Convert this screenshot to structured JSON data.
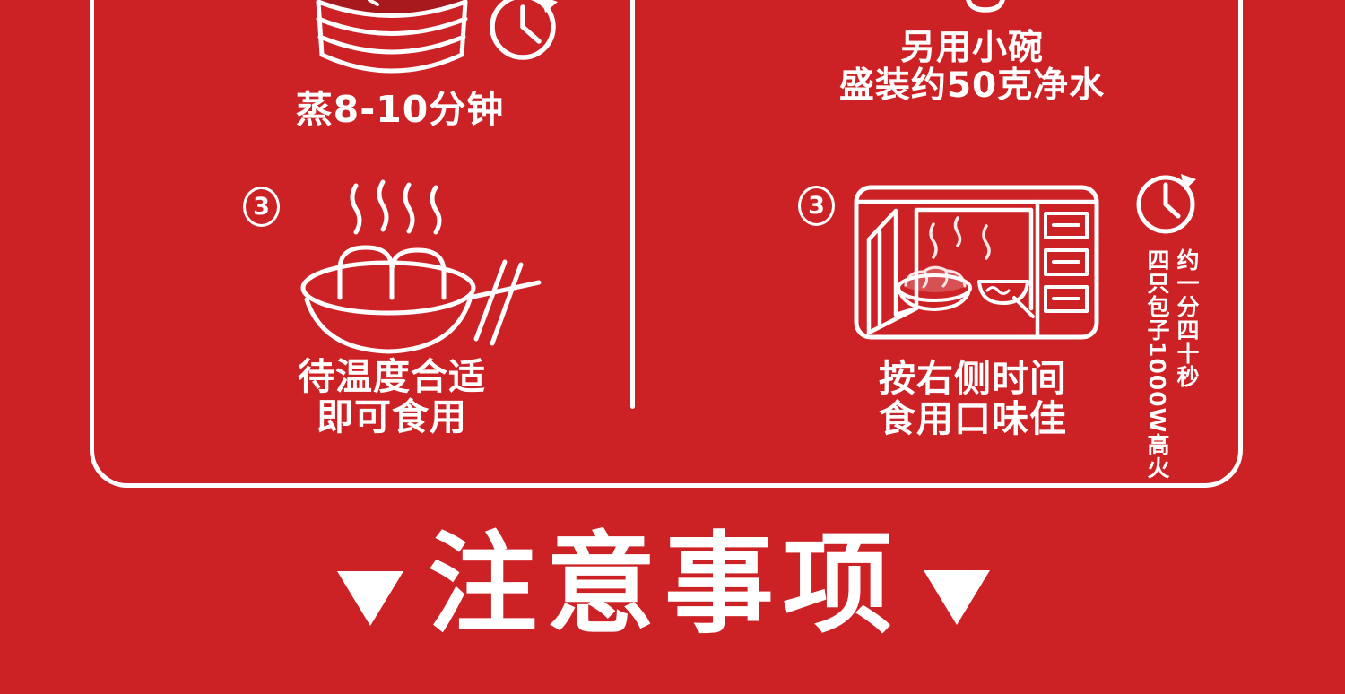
{
  "colors": {
    "background": "#cc2125",
    "line_art": "#ffffff",
    "steamer_inner_fill": "#a8191d"
  },
  "panel": {
    "left": {
      "steam_step": {
        "icons": [
          "steamer-basket-icon",
          "timer-clock-icon"
        ],
        "caption": "蒸8-10分钟"
      },
      "serve_step": {
        "number": "3",
        "icons": [
          "steam-lines-icon",
          "bowl-of-buns-icon",
          "chopsticks-icon"
        ],
        "caption_line1": "待温度合适",
        "caption_line2": "即可食用"
      }
    },
    "right": {
      "water_step": {
        "icons": [
          "small-bowl-partial-icon"
        ],
        "caption_line1": "另用小碗",
        "caption_line2": "盛装约50克净水"
      },
      "microwave_step": {
        "number": "3",
        "icons": [
          "microwave-icon",
          "timer-clock-icon"
        ],
        "caption_line1": "按右侧时间",
        "caption_line2": "食用口味佳",
        "timer_note_col_right": "约一分四十秒",
        "timer_note_col_left": "四只包子1000W高火"
      }
    }
  },
  "footer": {
    "marker_icon": "down-triangle",
    "title": "注意事项"
  }
}
